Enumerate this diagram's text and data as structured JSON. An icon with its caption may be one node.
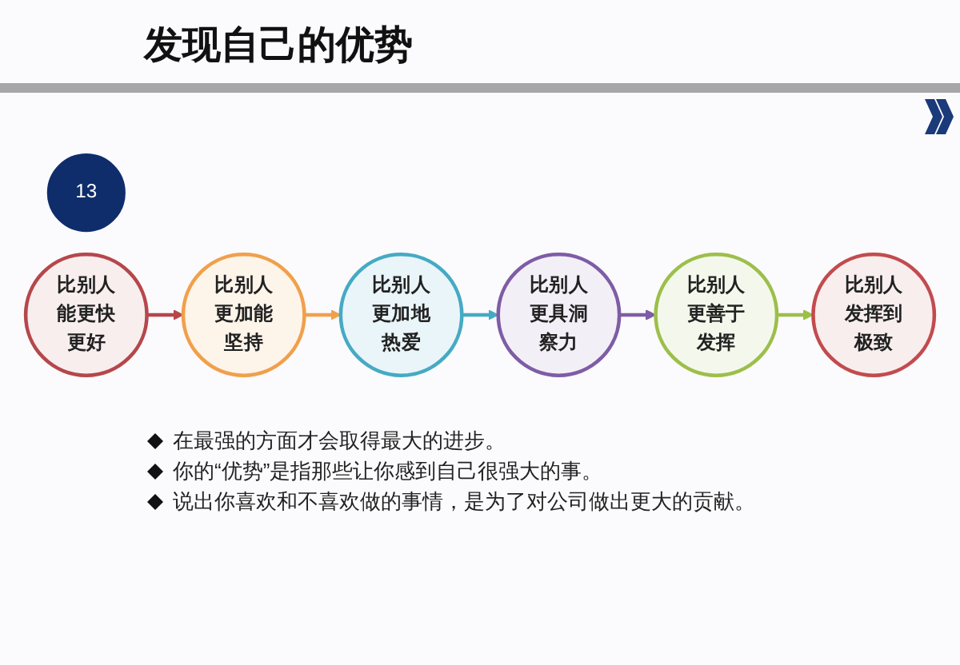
{
  "diagram": {
    "title": "发现自己的优势",
    "nodes": [
      {
        "text": [
          "13"
        ]
      },
      {
        "text": [
          "比别人能更快更好"
        ]
      },
      {
        "text": [
          "比别人更加能坚持"
        ]
      },
      {
        "text": [
          "比别人更加地热爱"
        ]
      },
      {
        "text": [
          "比别人更具洞察力"
        ]
      },
      {
        "text": [
          "比别人更善于发挥"
        ]
      },
      {
        "text": [
          "比别人发挥到极致"
        ]
      }
    ],
    "edges": [
      {
        "from": 1,
        "to": 2,
        "arrow": "to",
        "color": "#b5474b"
      },
      {
        "from": 2,
        "to": 3,
        "arrow": "to",
        "color": "#f0a04b"
      },
      {
        "from": 3,
        "to": 4,
        "arrow": "to",
        "color": "#45aac4"
      },
      {
        "from": 4,
        "to": 5,
        "arrow": "to",
        "color": "#7e5ca6"
      },
      {
        "from": 5,
        "to": 6,
        "arrow": "to",
        "color": "#9cbf4a"
      }
    ],
    "labels": [
      "在最强的方面才会取得最大的进步。",
      "你的“优势”是指那些让你感到自己很强大的事。",
      "说出你喜欢和不喜欢做的事情，是为了对公司做出更大的贡献。"
    ]
  }
}
